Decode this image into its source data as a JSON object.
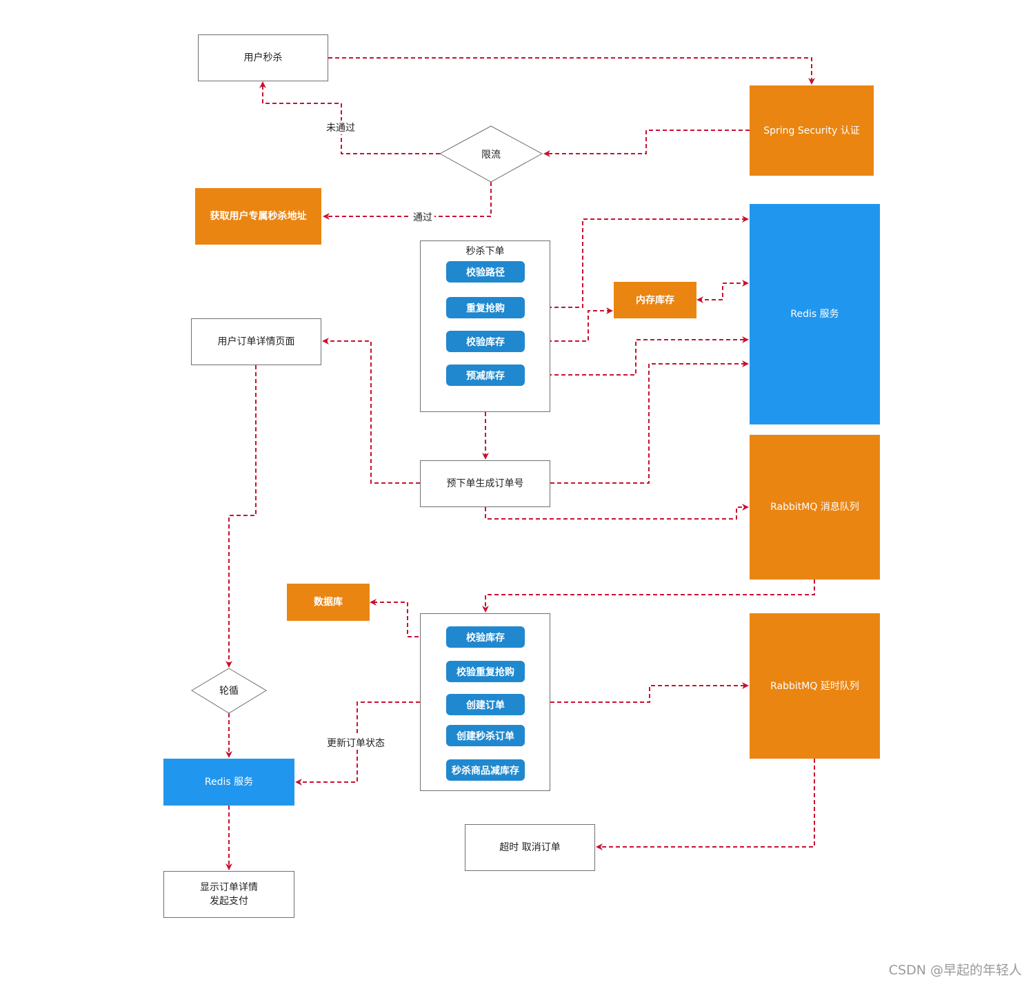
{
  "nodes": {
    "user_seckill": "用户秒杀",
    "spring_security": "Spring Security 认证",
    "rate_limit": "限流",
    "get_address": "获取用户专属秒杀地址",
    "redis_service_top": "Redis 服务",
    "memory_stock": "内存库存",
    "order_detail_page": "用户订单详情页面",
    "pre_order": "预下单生成订单号",
    "rabbitmq_message": "RabbitMQ 消息队列",
    "database": "数据库",
    "rabbitmq_delay": "RabbitMQ 延时队列",
    "polling": "轮循",
    "redis_service_bottom": "Redis 服务",
    "timeout_cancel": "超时 取消订单",
    "show_detail_line1": "显示订单详情",
    "show_detail_line2": "发起支付"
  },
  "seckill_group": {
    "title": "秒杀下单",
    "steps": [
      "校验路径",
      "重复抢购",
      "校验库存",
      "预减库存"
    ]
  },
  "consumer_group": {
    "steps": [
      "校验库存",
      "校验重复抢购",
      "创建订单",
      "创建秒杀订单",
      "秒杀商品减库存"
    ]
  },
  "edge_labels": {
    "not_passed": "未通过",
    "passed": "通过",
    "update_status": "更新订单状态"
  },
  "colors": {
    "orange": "#ea8512",
    "blue": "#2196ee",
    "pill": "#1f88cf",
    "edge": "#c8102e"
  },
  "watermark": "CSDN @早起的年轻人"
}
